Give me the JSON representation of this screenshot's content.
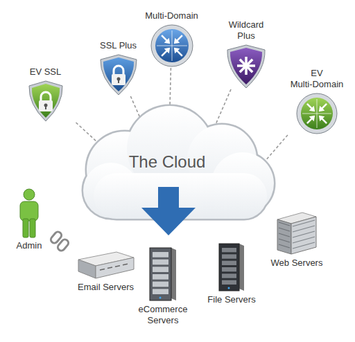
{
  "diagram": {
    "nodes": [
      {
        "text": [
          "EV SSL"
        ]
      },
      {
        "text": [
          "SSL Plus"
        ]
      },
      {
        "text": [
          "Multi-Domain"
        ]
      },
      {
        "text": [
          "Wildcard Plus"
        ]
      },
      {
        "text": [
          "EV Multi-Domain"
        ]
      },
      {
        "text": [
          "The Cloud"
        ]
      },
      {
        "text": [
          "Admin"
        ]
      },
      {
        "text": [
          "Email Servers"
        ]
      },
      {
        "text": [
          "eCommerce Servers"
        ]
      },
      {
        "text": [
          "File Servers"
        ]
      },
      {
        "text": [
          "Web Servers"
        ]
      }
    ],
    "edges": [
      {
        "from": 0,
        "to": 5,
        "arrow": "none"
      },
      {
        "from": 1,
        "to": 5,
        "arrow": "none"
      },
      {
        "from": 2,
        "to": 5,
        "arrow": "none"
      },
      {
        "from": 3,
        "to": 5,
        "arrow": "none"
      },
      {
        "from": 4,
        "to": 5,
        "arrow": "none"
      }
    ]
  }
}
